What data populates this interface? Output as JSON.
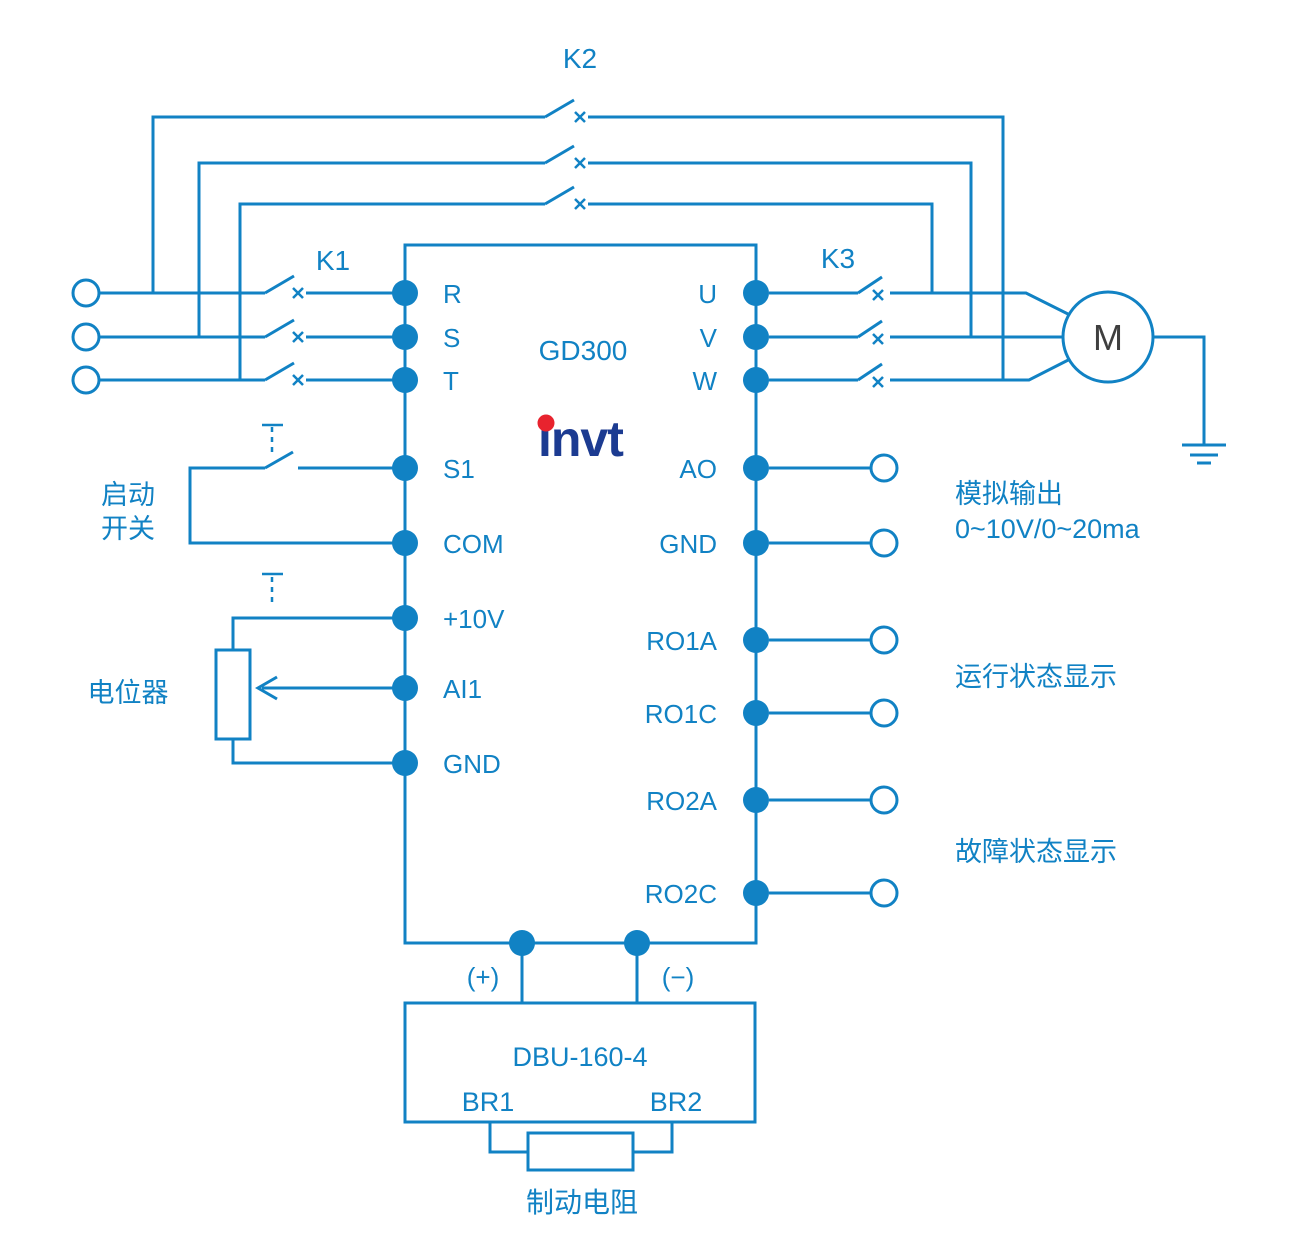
{
  "colors": {
    "line": "#1182c4",
    "logo_navy": "#1c3b91",
    "logo_red": "#e8232e",
    "motor_text": "#3f3f3f",
    "bg": "#ffffff"
  },
  "contactors": {
    "k1": "K1",
    "k2": "K2",
    "k3": "K3"
  },
  "inverter": {
    "model": "GD300",
    "brand": "invt",
    "input_terminals": [
      "R",
      "S",
      "T"
    ],
    "output_terminals": [
      "U",
      "V",
      "W"
    ],
    "left_terminals": [
      "S1",
      "COM",
      "+10V",
      "AI1",
      "GND"
    ],
    "right_terminals": [
      "AO",
      "GND",
      "RO1A",
      "RO1C",
      "RO2A",
      "RO2C"
    ],
    "dc_terminals": [
      "(+)",
      "(−)"
    ]
  },
  "motor": {
    "label": "M"
  },
  "annotations": {
    "start_switch": [
      "启动",
      "开关"
    ],
    "potentiometer": "电位器",
    "analog_output": [
      "模拟输出",
      "0~10V/0~20ma"
    ],
    "run_status": "运行状态显示",
    "fault_status": "故障状态显示",
    "brake_resistor": "制动电阻"
  },
  "brake_unit": {
    "model": "DBU-160-4",
    "terminals": [
      "BR1",
      "BR2"
    ]
  }
}
